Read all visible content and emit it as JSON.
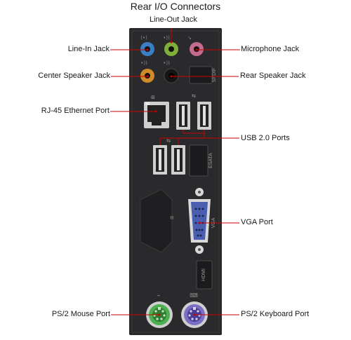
{
  "title": "Rear I/O Connectors",
  "labels": {
    "line_out": "Line-Out Jack",
    "line_in": "Line-In Jack",
    "microphone": "Microphone Jack",
    "center_speaker": "Center Speaker Jack",
    "rear_speaker": "Rear Speaker Jack",
    "rj45": "RJ-45 Ethernet Port",
    "usb": "USB 2.0 Ports",
    "vga": "VGA Port",
    "ps2_mouse": "PS/2 Mouse Port",
    "ps2_keyboard": "PS/2 Keyboard Port"
  },
  "panel_markings": {
    "spdif": "SPDIF",
    "esata": "ESATA",
    "vga": "VGA",
    "hdmi": "HDMI"
  },
  "colors": {
    "panel": "#2a2a2c",
    "leader_line": "#cc0000",
    "jack_line_in": "#3a7fc4",
    "jack_line_out": "#7fae3a",
    "jack_microphone": "#c46a8e",
    "jack_center": "#d08a2a",
    "jack_rear": "#151515",
    "vga_port": "#4a5fb0",
    "ps2_mouse": "#4caf50",
    "ps2_keyboard": "#7b6fc4"
  }
}
